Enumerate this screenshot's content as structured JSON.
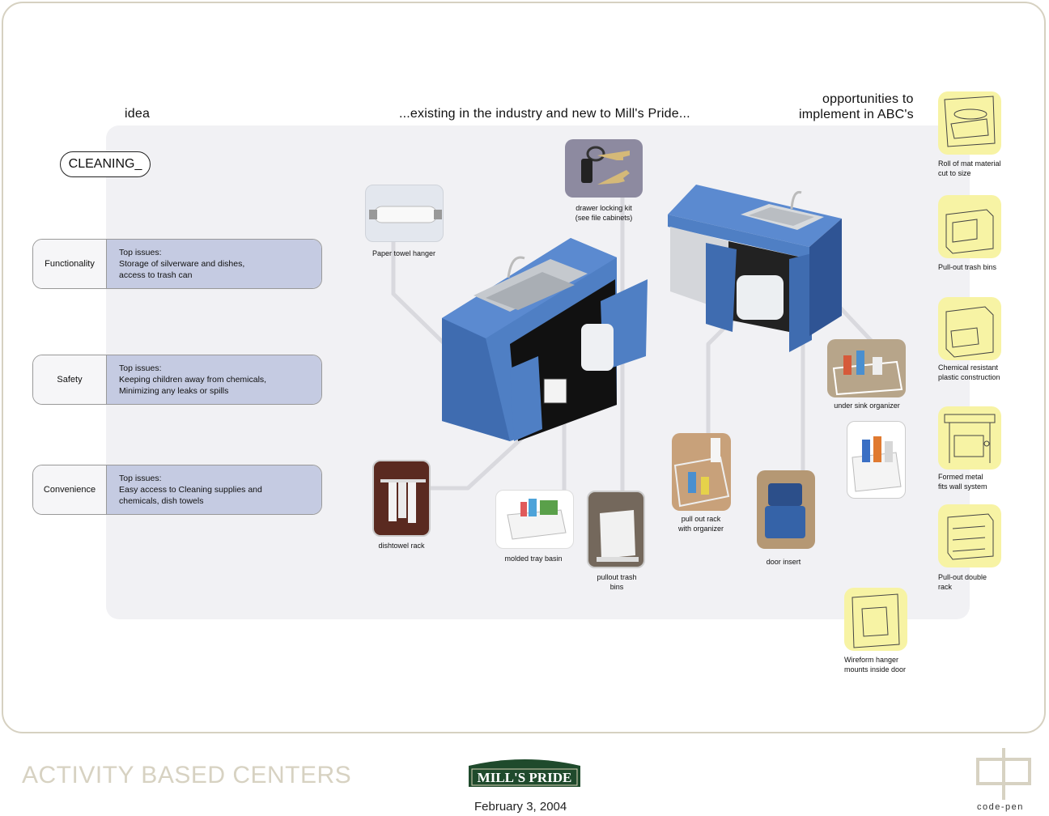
{
  "headers": {
    "idea": "idea",
    "industry": "...existing in the industry and new to Mill's Pride...",
    "opportunities_line1": "opportunities to",
    "opportunities_line2": "implement in ABC's"
  },
  "topic": "CLEANING_",
  "issues": [
    {
      "label": "Functionality",
      "line1": "Top issues:",
      "line2": "Storage of silverware and dishes,",
      "line3": "access to trash can"
    },
    {
      "label": "Safety",
      "line1": "Top issues:",
      "line2": "Keeping children away from chemicals,",
      "line3": "Minimizing any leaks or spills"
    },
    {
      "label": "Convenience",
      "line1": "Top issues:",
      "line2": "Easy access to Cleaning supplies and",
      "line3": "chemicals, dish towels"
    }
  ],
  "products": {
    "paper_towel": "Paper towel hanger",
    "drawer_lock_1": "drawer locking kit",
    "drawer_lock_2": "(see file cabinets)",
    "dishtowel": "dishtowel rack",
    "tray_basin": "molded tray basin",
    "trash_bins_1": "pullout trash",
    "trash_bins_2": "bins",
    "pullout_rack_1": "pull out rack",
    "pullout_rack_2": "with organizer",
    "door_insert": "door insert",
    "under_sink": "under sink organizer"
  },
  "opportunities": [
    {
      "line1": "Roll of mat material",
      "line2": "cut to size"
    },
    {
      "line1": "Pull-out trash bins",
      "line2": ""
    },
    {
      "line1": "Chemical resistant",
      "line2": "plastic construction"
    },
    {
      "line1": "Formed metal",
      "line2": "fits wall system"
    },
    {
      "line1": "Pull-out double",
      "line2": "rack"
    },
    {
      "line1": "Wireform hanger",
      "line2": "mounts inside door"
    }
  ],
  "footer": {
    "title": "ACTIVITY BASED CENTERS",
    "brand": "MILL'S PRIDE",
    "date": "February 3, 2004",
    "studio": "code-pen"
  },
  "colors": {
    "cabinet_blue": "#4f7fc4",
    "issue_fill": "#c5cbe2",
    "sketch_yellow": "#f7f3a4",
    "logo_green": "#1f4a2c",
    "footer_gray": "#d7d2c2"
  }
}
